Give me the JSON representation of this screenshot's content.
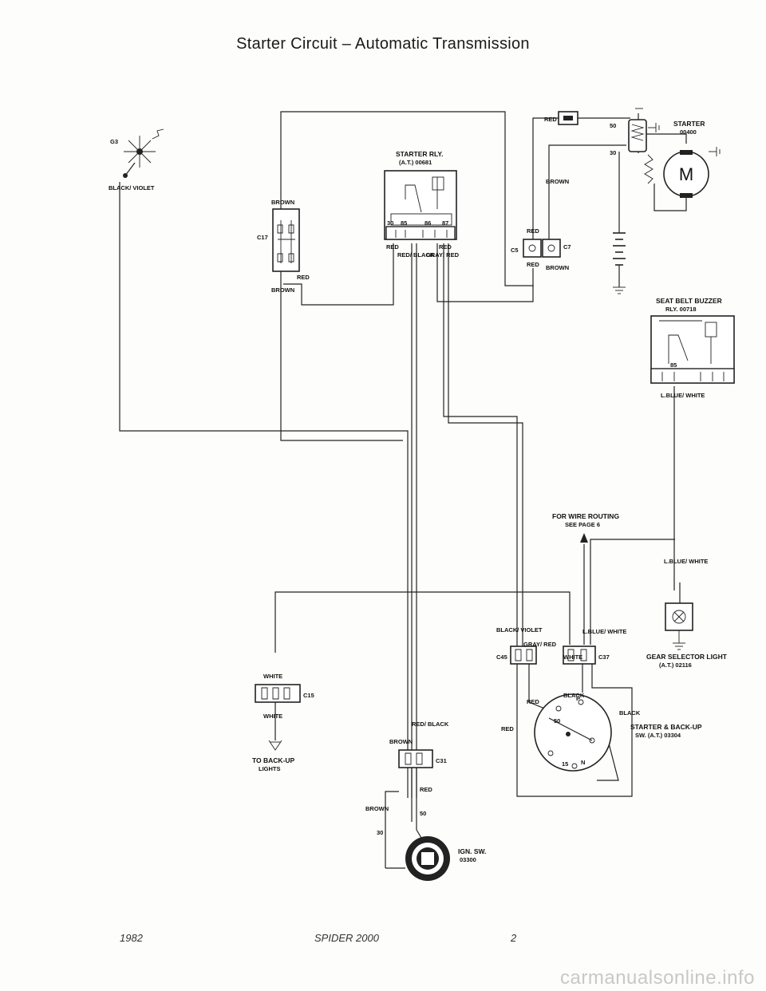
{
  "title": "Starter Circuit – Automatic Transmission",
  "footer": {
    "year": "1982",
    "model": "SPIDER 2000",
    "page": "2"
  },
  "watermark": "carmanualsonline.info",
  "labels": {
    "g3": "G3",
    "black_violet": "BLACK/ VIOLET",
    "starter_rly_1": "STARTER RLY.",
    "starter_rly_2": "(A.T.) 00681",
    "starter_1": "STARTER",
    "starter_2": "00400",
    "brown": "BROWN",
    "red": "RED",
    "c17": "C17",
    "c5": "C5",
    "c7": "C7",
    "c45": "C45",
    "c37": "C37",
    "c15": "C15",
    "c31": "C31",
    "pin_30": "30",
    "pin_85": "85",
    "pin_86": "86",
    "pin_87": "87",
    "pin_50": "50",
    "pin_15": "15",
    "red_black": "RED/ BLACK",
    "gray_red": "GRAY/ RED",
    "seat_belt_1": "SEAT BELT BUZZER",
    "seat_belt_2": "RLY. 00718",
    "lblue_white": "L.BLUE/ WHITE",
    "routing_1": "FOR WIRE ROUTING",
    "routing_2": "SEE PAGE 6",
    "gear_sel_1": "GEAR SELECTOR LIGHT",
    "gear_sel_2": "(A.T.) 02116",
    "white": "WHITE",
    "black": "BLACK",
    "backup_1": "TO BACK-UP",
    "backup_2": "LIGHTS",
    "switch_1": "STARTER & BACK-UP",
    "switch_2": "SW. (A.T.) 03304",
    "ign_1": "IGN. SW.",
    "ign_2": "03300",
    "motor": "M",
    "p": "P",
    "n": "N"
  }
}
